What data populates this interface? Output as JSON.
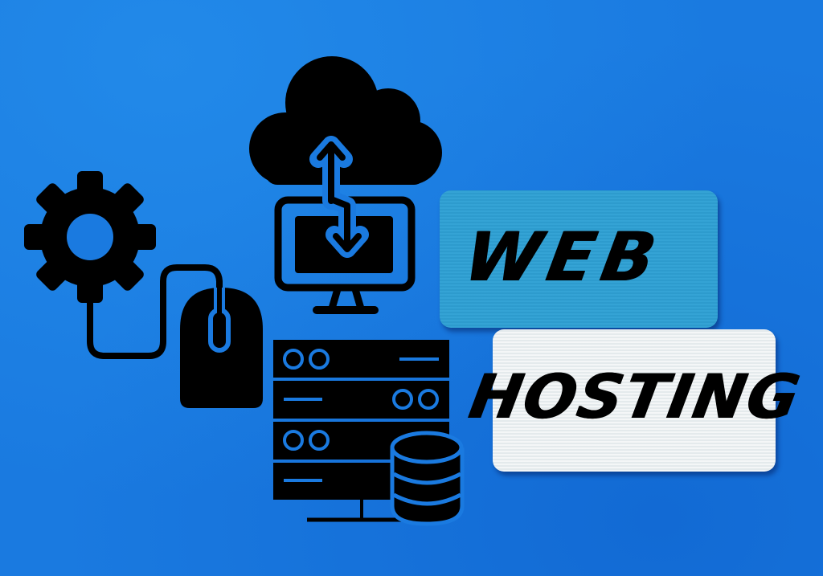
{
  "scene": {
    "background_color": "#1a7ae0",
    "icon_color": "#000000",
    "icon_accent_color": "#1a7ae0"
  },
  "tags": {
    "web": {
      "label": "WEB",
      "color": "#2ea0d4"
    },
    "hosting": {
      "label": "HOSTING",
      "color": "#eef2f3"
    }
  },
  "icons": [
    {
      "name": "cloud-sync-icon",
      "description": "cloud with upload/download arrows"
    },
    {
      "name": "monitor-icon",
      "description": "desktop monitor"
    },
    {
      "name": "gear-icon",
      "description": "settings gear"
    },
    {
      "name": "mouse-icon",
      "description": "computer mouse with cable"
    },
    {
      "name": "server-rack-icon",
      "description": "server rack with 4 units"
    },
    {
      "name": "database-icon",
      "description": "database cylinder stack"
    }
  ]
}
